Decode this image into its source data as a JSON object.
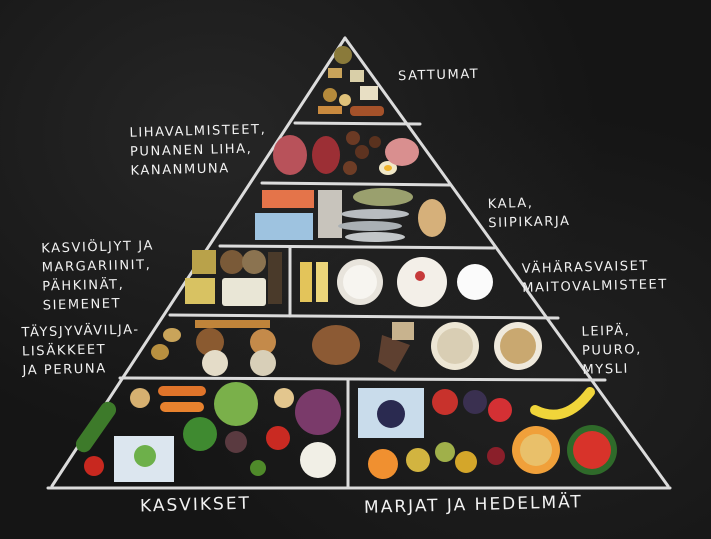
{
  "labels": {
    "tier1_right": "SATTUMAT",
    "tier2_left": "LIHAVALMISTEET,\nPUNANEN LIHA,\nKANANMUNA",
    "tier3_right": "KALA,\nSIIPIKARJA",
    "tier4_left": "KASVIÖLJYT JA\nMARGARIINIT,\nPÄHKINÄT,\nSIEMENET",
    "tier4_right": "VÄHÄRASVAISET\nMAITOVALMISTEET",
    "tier5_left": "TÄYSJYVÄVILJA-\nLISÄKKEET\nJA PERUNA",
    "tier5_right": "LEIPÄ,\nPUURO,\nMYSLI",
    "base_left": "KASVIKSET",
    "base_right": "MARJAT JA HEDELMÄT"
  },
  "colors": {
    "chalk": "#f2f2f2",
    "board": "#151515"
  }
}
